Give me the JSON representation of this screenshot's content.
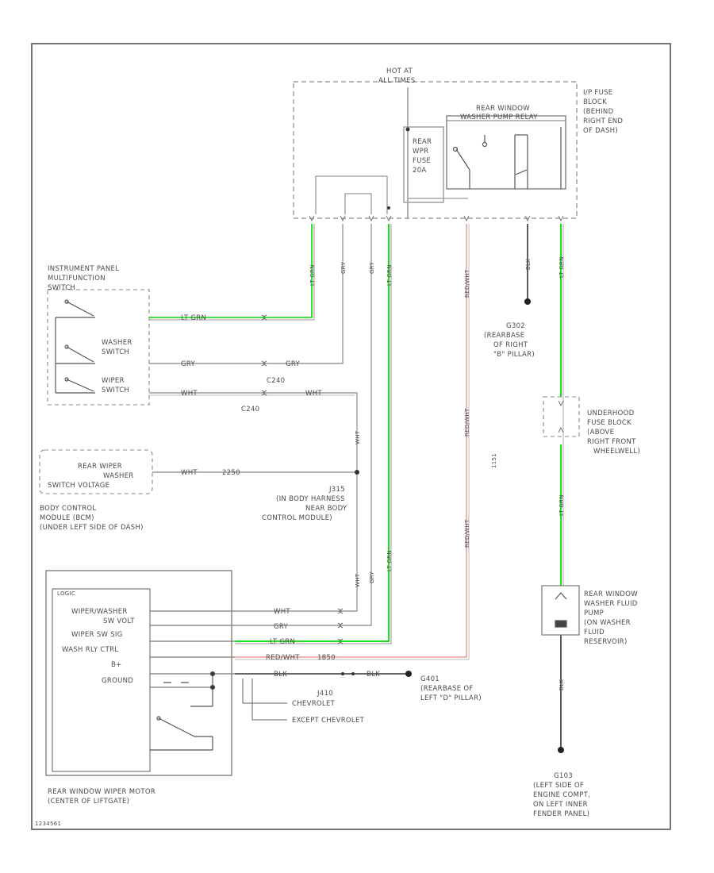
{
  "colors": {
    "border": "#555555",
    "wire": "#999999",
    "dark_wire": "#333333",
    "lt_grn": "#00dd00",
    "red_wht": "#ee9999",
    "text": "#4a4a4a"
  },
  "labels": {
    "hot_at": "HOT AT",
    "all_times": "ALL TIMES",
    "relay_l1": "REAR WINDOW",
    "relay_l2": "WASHER PUMP RELAY",
    "fuse_l1": "REAR",
    "fuse_l2": "WPR",
    "fuse_l3": "FUSE",
    "fuse_l4": "20A",
    "ip_l1": "I/P FUSE",
    "ip_l2": "BLOCK",
    "ip_l3": "(BEHIND",
    "ip_l4": "RIGHT END",
    "ip_l5": "OF DASH)",
    "ipms_l1": "INSTRUMENT PANEL",
    "ipms_l2": "MULTIFUNCTION",
    "ipms_l3": "SWITCH",
    "washer_sw_l1": "WASHER",
    "washer_sw_l2": "SWITCH",
    "wiper_sw_l1": "WIPER",
    "wiper_sw_l2": "SWITCH",
    "g302_l1": "G302",
    "g302_l2": "(REARBASE",
    "g302_l3": "OF RIGHT",
    "g302_l4": "\"B\" PILLAR)",
    "c240_a": "C240",
    "c240_b": "C240",
    "bcm_l1": "REAR WIPER",
    "bcm_l2": "WASHER",
    "bcm_l3": "SWITCH VOLTAGE",
    "bcm_name_l1": "BODY CONTROL",
    "bcm_name_l2": "MODULE (BCM)",
    "bcm_name_l3": "(UNDER LEFT SIDE OF DASH)",
    "j315_l1": "J315",
    "j315_l2": "(IN BODY HARNESS",
    "j315_l3": "NEAR BODY",
    "j315_l4": "CONTROL MODULE)",
    "uh_l1": "UNDERHOOD",
    "uh_l2": "FUSE BLOCK",
    "uh_l3": "(ABOVE",
    "uh_l4": "RIGHT FRONT",
    "uh_l5": "WHEELWELL)",
    "pump_l1": "REAR WINDOW",
    "pump_l2": "WASHER FLUID",
    "pump_l3": "PUMP",
    "pump_l4": "(ON WASHER",
    "pump_l5": "FLUID",
    "pump_l6": "RESERVOIR)",
    "motor_inner": "LOGIC",
    "motor_p1": "WIPER/WASHER",
    "motor_p2": "SW VOLT",
    "motor_p3": "WIPER SW SIG",
    "motor_p4": "WASH RLY CTRL",
    "motor_p5": "B+",
    "motor_p6": "GROUND",
    "motor_name_l1": "REAR WINDOW WIPER MOTOR",
    "motor_name_l2": "(CENTER OF LIFTGATE)",
    "g401_l1": "G401",
    "g401_l2": "(REARBASE OF",
    "g401_l3": "LEFT \"D\" PILLAR)",
    "j410": "J410",
    "chev": "CHEVROLET",
    "except_chev": "EXCEPT CHEVROLET",
    "g103_l1": "G103",
    "g103_l2": "(LEFT SIDE OF",
    "g103_l3": "ENGINE COMPT,",
    "g103_l4": "ON LEFT INNER",
    "g103_l5": "FENDER PANEL)",
    "w_ltgrn": "LT GRN",
    "w_gry": "GRY",
    "w_wht": "WHT",
    "w_redwht": "RED/WHT",
    "w_blk": "BLK",
    "w_blk2": "BLK",
    "w_wht_bcm": "WHT",
    "w_2250": "2250",
    "w_1151": "1151",
    "w_1850": "1850",
    "code": "1234561"
  }
}
